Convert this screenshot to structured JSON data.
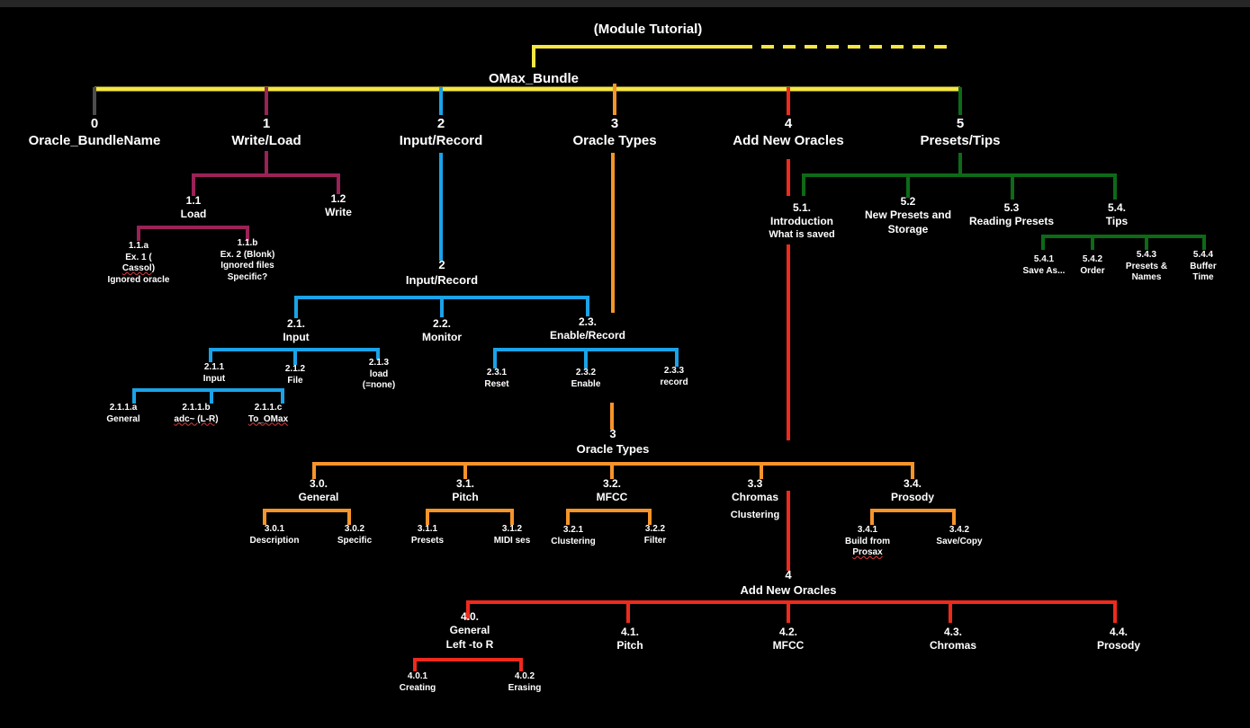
{
  "colors": {
    "yellow": "#f5e642",
    "gray": "#4d4d4d",
    "purple": "#9b2257",
    "blue": "#1aa3e8",
    "orange": "#f7942a",
    "red": "#ef2a1c",
    "green": "#0d6a17",
    "text": "#ffffff",
    "background": "#000000"
  },
  "header": {
    "tutorial": "(Module Tutorial)",
    "bundle": "OMax_Bundle"
  },
  "top_sections": [
    {
      "num": "0",
      "label": "Oracle_BundleName"
    },
    {
      "num": "1",
      "label": "Write/Load"
    },
    {
      "num": "2",
      "label": "Input/Record"
    },
    {
      "num": "3",
      "label": "Oracle Types"
    },
    {
      "num": "4",
      "label": "Add New Oracles"
    },
    {
      "num": "5",
      "label": "Presets/Tips"
    }
  ],
  "write_load": {
    "load": {
      "num": "1.1",
      "label": "Load"
    },
    "write": {
      "num": "1.2",
      "label": "Write"
    },
    "ex1": {
      "num": "1.1.a",
      "l1_pre": "Ex. 1 (",
      "l1_sq": "Cassol",
      "l1_post": ")",
      "l2": "Ignored oracle"
    },
    "ex2": {
      "num": "1.1.b",
      "l1": "Ex. 2 (Blonk)",
      "l2": "Ignored files",
      "l3": "Specific?"
    }
  },
  "input_record": {
    "head": {
      "num": "2",
      "label": "Input/Record"
    },
    "input": {
      "num": "2.1.",
      "label": "Input"
    },
    "monitor": {
      "num": "2.2.",
      "label": "Monitor"
    },
    "enable_record": {
      "num": "2.3.",
      "label": "Enable/Record"
    },
    "i211": {
      "num": "2.1.1",
      "label": "Input"
    },
    "i212": {
      "num": "2.1.2",
      "label": "File"
    },
    "i213": {
      "num": "2.1.3",
      "l1": "load",
      "l2": "(=none)"
    },
    "a": {
      "num": "2.1.1.a",
      "label": "General"
    },
    "b": {
      "num": "2.1.1.b",
      "label": "adc~ (L-R)"
    },
    "c": {
      "num": "2.1.1.c",
      "label": "To_OMax"
    },
    "r231": {
      "num": "2.3.1",
      "label": "Reset"
    },
    "r232": {
      "num": "2.3.2",
      "label": "Enable"
    },
    "r233": {
      "num": "2.3.3",
      "label": "record"
    }
  },
  "oracle_types": {
    "head": {
      "num": "3",
      "label": "Oracle Types"
    },
    "general": {
      "num": "3.0.",
      "label": "General"
    },
    "pitch": {
      "num": "3.1.",
      "label": "Pitch"
    },
    "mfcc": {
      "num": "3.2.",
      "label": "MFCC"
    },
    "chromas": {
      "num": "3.3",
      "label": "Chromas",
      "sub": "Clustering"
    },
    "prosody": {
      "num": "3.4.",
      "label": "Prosody"
    },
    "t301": {
      "num": "3.0.1",
      "label": "Description"
    },
    "t302": {
      "num": "3.0.2",
      "label": "Specific"
    },
    "t311": {
      "num": "3.1.1",
      "label": "Presets"
    },
    "t312": {
      "num": "3.1.2",
      "label": "MIDI ses"
    },
    "t321": {
      "num": "3.2.1",
      "label": "Clustering"
    },
    "t322": {
      "num": "3.2.2",
      "label": "Filter"
    },
    "t341": {
      "num": "3.4.1",
      "label_pre": "Build from ",
      "label_sq": "Prosax"
    },
    "t342": {
      "num": "3.4.2",
      "label": "Save/Copy"
    }
  },
  "add_new": {
    "head": {
      "num": "4",
      "label": "Add New Oracles"
    },
    "general": {
      "num": "4.0.",
      "l1": "General",
      "l2": "Left -to R"
    },
    "pitch": {
      "num": "4.1.",
      "label": "Pitch"
    },
    "mfcc": {
      "num": "4.2.",
      "label": "MFCC"
    },
    "chromas": {
      "num": "4.3.",
      "label": "Chromas"
    },
    "prosody": {
      "num": "4.4.",
      "label": "Prosody"
    },
    "a401": {
      "num": "4.0.1",
      "label": "Creating"
    },
    "a402": {
      "num": "4.0.2",
      "label": "Erasing"
    }
  },
  "presets": {
    "intro": {
      "num": "5.1.",
      "label": "Introduction",
      "sub": "What is saved"
    },
    "new": {
      "num": "5.2",
      "l1": "New Presets and",
      "l2": "Storage"
    },
    "reading": {
      "num": "5.3",
      "label": "Reading Presets"
    },
    "tips": {
      "num": "5.4.",
      "label": "Tips"
    },
    "p541": {
      "num": "5.4.1",
      "label": "Save As..."
    },
    "p542": {
      "num": "5.4.2",
      "label": "Order"
    },
    "p543": {
      "num": "5.4.3",
      "l1": "Presets &",
      "l2": "Names"
    },
    "p544": {
      "num": "5.4.4",
      "l1": "Buffer",
      "l2": "Time"
    }
  }
}
